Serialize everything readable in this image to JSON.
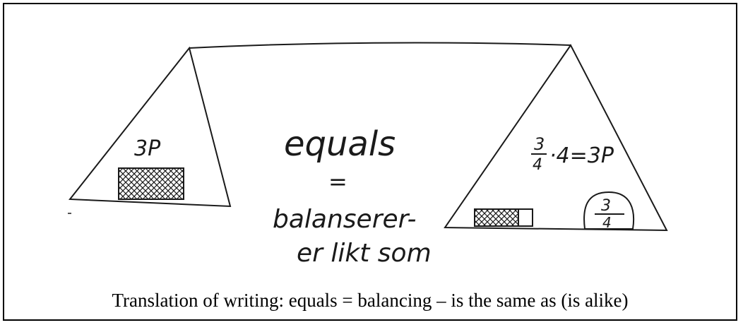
{
  "drawing": {
    "left_pan_label": "3P",
    "center_word": "equals",
    "equals_sign": "=",
    "swedish_line1": "balanserer-",
    "swedish_line2": "er likt som",
    "right_pan_eq_num": "3",
    "right_pan_eq_den": "4",
    "right_pan_eq_rest": "·4=3P",
    "right_weight_num": "3",
    "right_weight_den": "4"
  },
  "caption": "Translation of writing: equals = balancing – is the same as (is alike)",
  "colors": {
    "ink": "#1a1a1a",
    "frame": "#000000",
    "background": "#ffffff"
  }
}
